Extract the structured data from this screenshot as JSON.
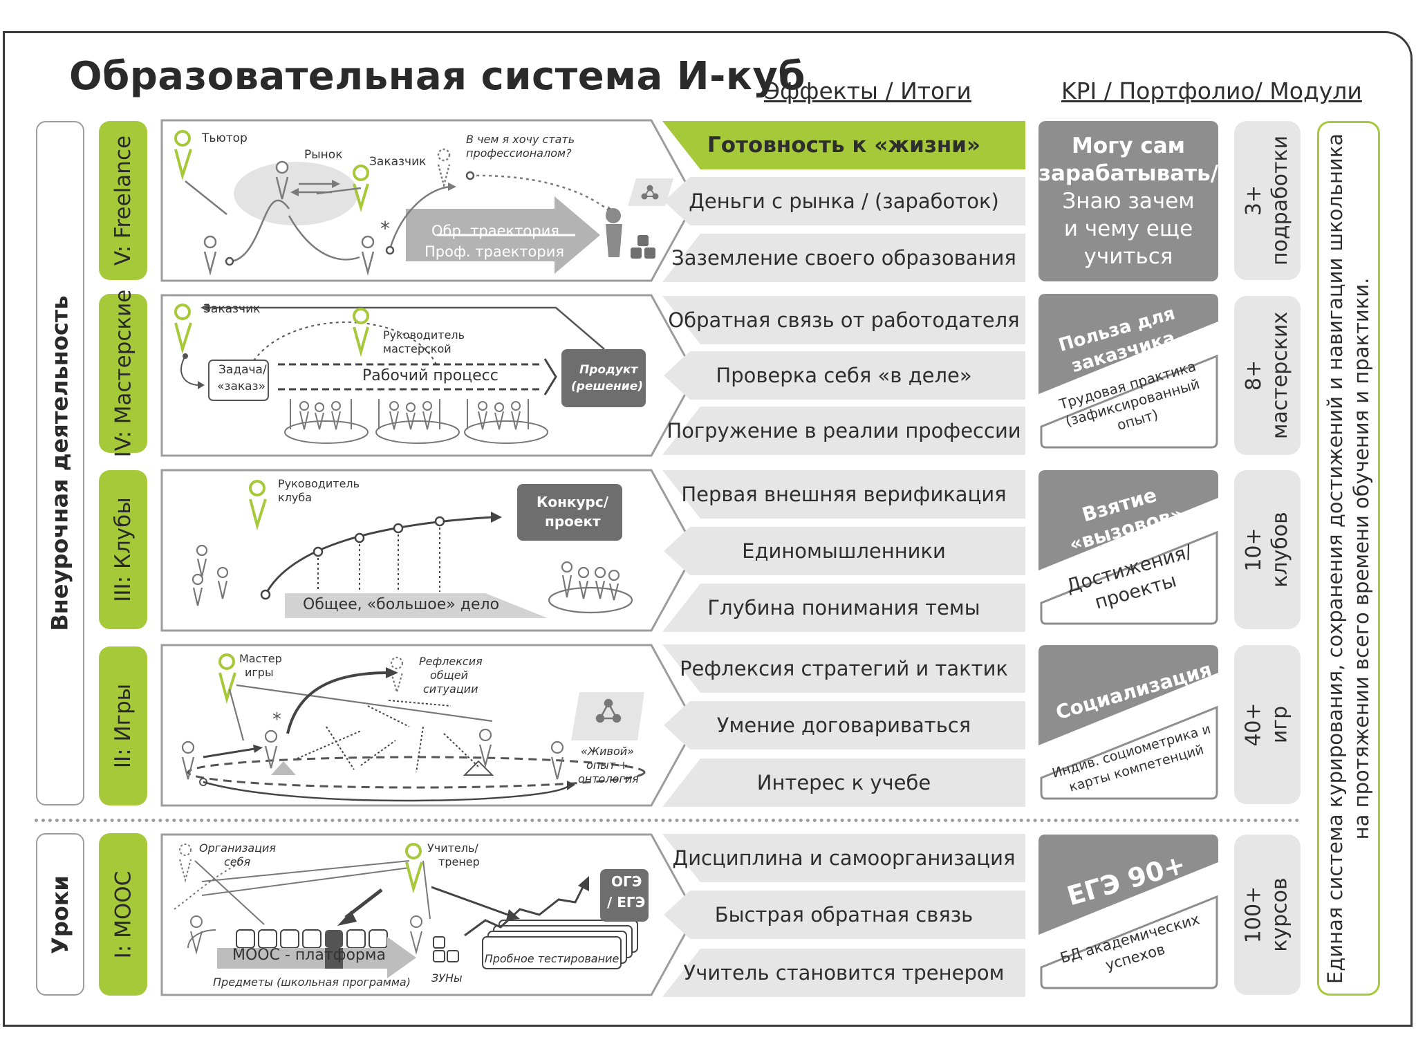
{
  "title": "Образовательная система И-куб",
  "headers": {
    "effects": "Эффекты / Итоги",
    "kpi": "KPI / Портфолио/ Модули"
  },
  "outer_labels": {
    "extracurricular": "Внеурочная деятельность",
    "lessons": "Уроки"
  },
  "stages": [
    {
      "label": "V: Freelance",
      "panel": {
        "tutor": "Тьютор",
        "market": "Рынок",
        "customer": "Заказчик",
        "question_1": "В чем я хочу стать",
        "question_2": "профессионалом?",
        "track_1": "Обр. траектория",
        "track_2": "Проф. траектория"
      },
      "effects": [
        "Готовность к «жизни»",
        "Деньги с рынка / (заработок)",
        "Заземление своего образования"
      ],
      "kpi": {
        "bold_1": "Могу сам",
        "bold_2": "зарабатывать/",
        "line_1": "Знаю зачем",
        "line_2": "и чему еще",
        "line_3": "учиться"
      },
      "module": {
        "count": "3+",
        "unit": "подработки"
      }
    },
    {
      "label": "IV: Мастерские",
      "panel": {
        "customer": "Заказчик",
        "leader_1": "Руководитель",
        "leader_2": "мастерской",
        "task_1": "Задача/",
        "task_2": "«заказ»",
        "process": "Рабочий процесс",
        "product_1": "Продукт",
        "product_2": "(решение)"
      },
      "effects": [
        "Обратная связь от работодателя",
        "Проверка себя «в деле»",
        "Погружение в реалии профессии"
      ],
      "kpi": {
        "top_1": "Польза для",
        "top_2": "заказчика",
        "bottom_1": "Трудовая практика",
        "bottom_2": "(зафиксированный",
        "bottom_3": "опыт)"
      },
      "module": {
        "count": "8+",
        "unit": "мастерских"
      }
    },
    {
      "label": "III: Клубы",
      "panel": {
        "leader_1": "Руководитель",
        "leader_2": "клуба",
        "contest_1": "Конкурс/",
        "contest_2": "проект",
        "common": "Общее, «большое» дело"
      },
      "effects": [
        "Первая внешняя верификация",
        "Единомышленники",
        "Глубина понимания темы"
      ],
      "kpi": {
        "top_1": "Взятие",
        "top_2": "«вызовов»",
        "bottom_1": "Достижения/",
        "bottom_2": "проекты"
      },
      "module": {
        "count": "10+",
        "unit": "клубов"
      }
    },
    {
      "label": "II: Игры",
      "panel": {
        "master_1": "Мастер",
        "master_2": "игры",
        "refl_1": "Рефлексия",
        "refl_2": "общей",
        "refl_3": "ситуации",
        "live_1": "«Живой»",
        "live_2": "опыт +",
        "live_3": "онтология"
      },
      "effects": [
        "Рефлексия стратегий и тактик",
        "Умение договариваться",
        "Интерес к учебе"
      ],
      "kpi": {
        "top_1": "Социализация",
        "bottom_1": "Индив. социометрика и",
        "bottom_2": "карты компетенций"
      },
      "module": {
        "count": "40+",
        "unit": "игр"
      }
    },
    {
      "label": "I: MOOC",
      "panel": {
        "org_1": "Организация",
        "org_2": "себя",
        "teacher_1": "Учитель/",
        "teacher_2": "тренер",
        "exam_1": "ОГЭ",
        "exam_2": "/ ЕГЭ",
        "platform": "MOOC - платформа",
        "subjects": "Предметы (школьная программа)",
        "zun": "ЗУНы",
        "test": "Пробное тестирование"
      },
      "effects": [
        "Дисциплина и самоорганизация",
        "Быстрая обратная связь",
        "Учитель становится тренером"
      ],
      "kpi": {
        "top_1": "ЕГЭ 90+",
        "bottom_1": "БД академических",
        "bottom_2": "успехов"
      },
      "module": {
        "count": "100+",
        "unit": "курсов"
      }
    }
  ],
  "system": {
    "line_1": "Единая система курирования, сохранения достижений и навигации школьника",
    "line_2": "на протяжении всего времени обучения и практики."
  },
  "colors": {
    "green": "#a6c93a",
    "gray": "#8e8e8e",
    "light": "#e6e6e6"
  }
}
